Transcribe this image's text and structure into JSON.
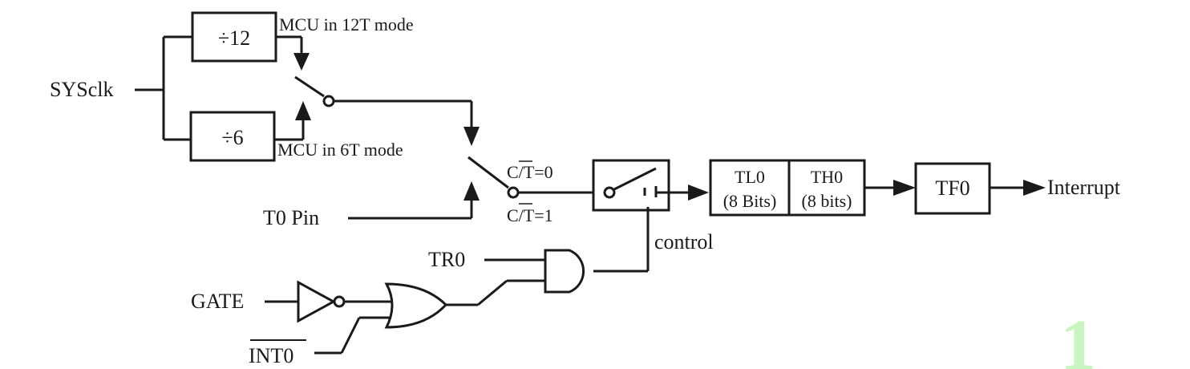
{
  "labels": {
    "sysclk": "SYSclk",
    "div12": "÷12",
    "div6": "÷6",
    "mode12": "MCU in 12T mode",
    "mode6": "MCU in 6T mode",
    "ct0": "C/T=0",
    "ct1": "C/T=1",
    "t0pin": "T0 Pin",
    "tl0": "TL0",
    "tl0bits": "(8 Bits)",
    "th0": "TH0",
    "th0bits": "(8 bits)",
    "tf0": "TF0",
    "interrupt": "Interrupt",
    "control": "control",
    "tr0": "TR0",
    "gate": "GATE",
    "int0": "INT0",
    "watermark": "1"
  },
  "colors": {
    "line": "#1a1a1a",
    "watermark": "#c8f5c0"
  }
}
